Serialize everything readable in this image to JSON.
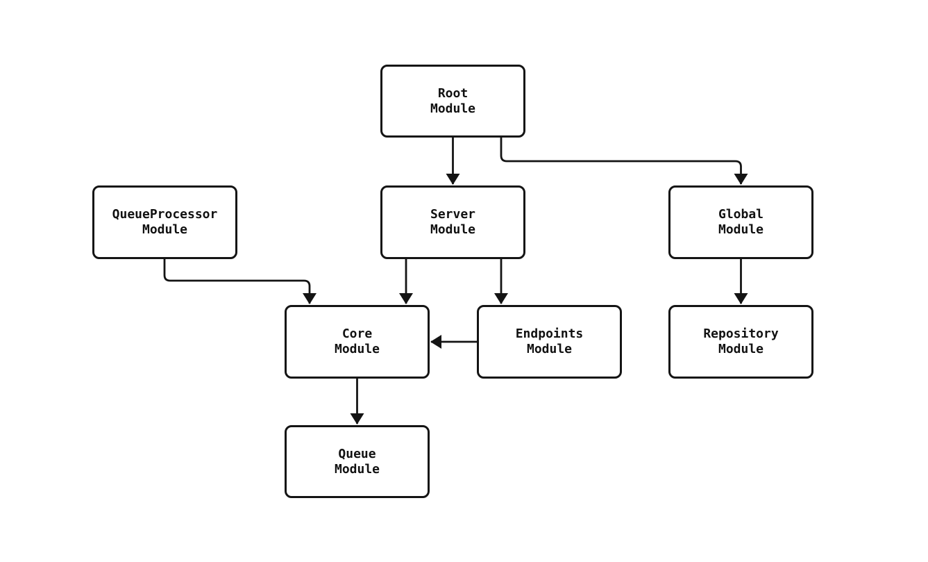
{
  "diagram": {
    "type": "module-dependency-graph",
    "background_color": "#ffffff",
    "node_fill_color": "#ffffff",
    "line_color": "#141414",
    "text_color": "#111111",
    "nodes": [
      {
        "id": "root",
        "line1": "Root",
        "line2": "Module"
      },
      {
        "id": "queueprocessor",
        "line1": "QueueProcessor",
        "line2": "Module"
      },
      {
        "id": "server",
        "line1": "Server",
        "line2": "Module"
      },
      {
        "id": "global",
        "line1": "Global",
        "line2": "Module"
      },
      {
        "id": "core",
        "line1": "Core",
        "line2": "Module"
      },
      {
        "id": "endpoints",
        "line1": "Endpoints",
        "line2": "Module"
      },
      {
        "id": "repository",
        "line1": "Repository",
        "line2": "Module"
      },
      {
        "id": "queue",
        "line1": "Queue",
        "line2": "Module"
      }
    ],
    "edges": [
      {
        "from": "root",
        "to": "server"
      },
      {
        "from": "root",
        "to": "global"
      },
      {
        "from": "queueprocessor",
        "to": "core"
      },
      {
        "from": "server",
        "to": "core"
      },
      {
        "from": "server",
        "to": "endpoints"
      },
      {
        "from": "endpoints",
        "to": "core"
      },
      {
        "from": "global",
        "to": "repository"
      },
      {
        "from": "core",
        "to": "queue"
      }
    ]
  }
}
